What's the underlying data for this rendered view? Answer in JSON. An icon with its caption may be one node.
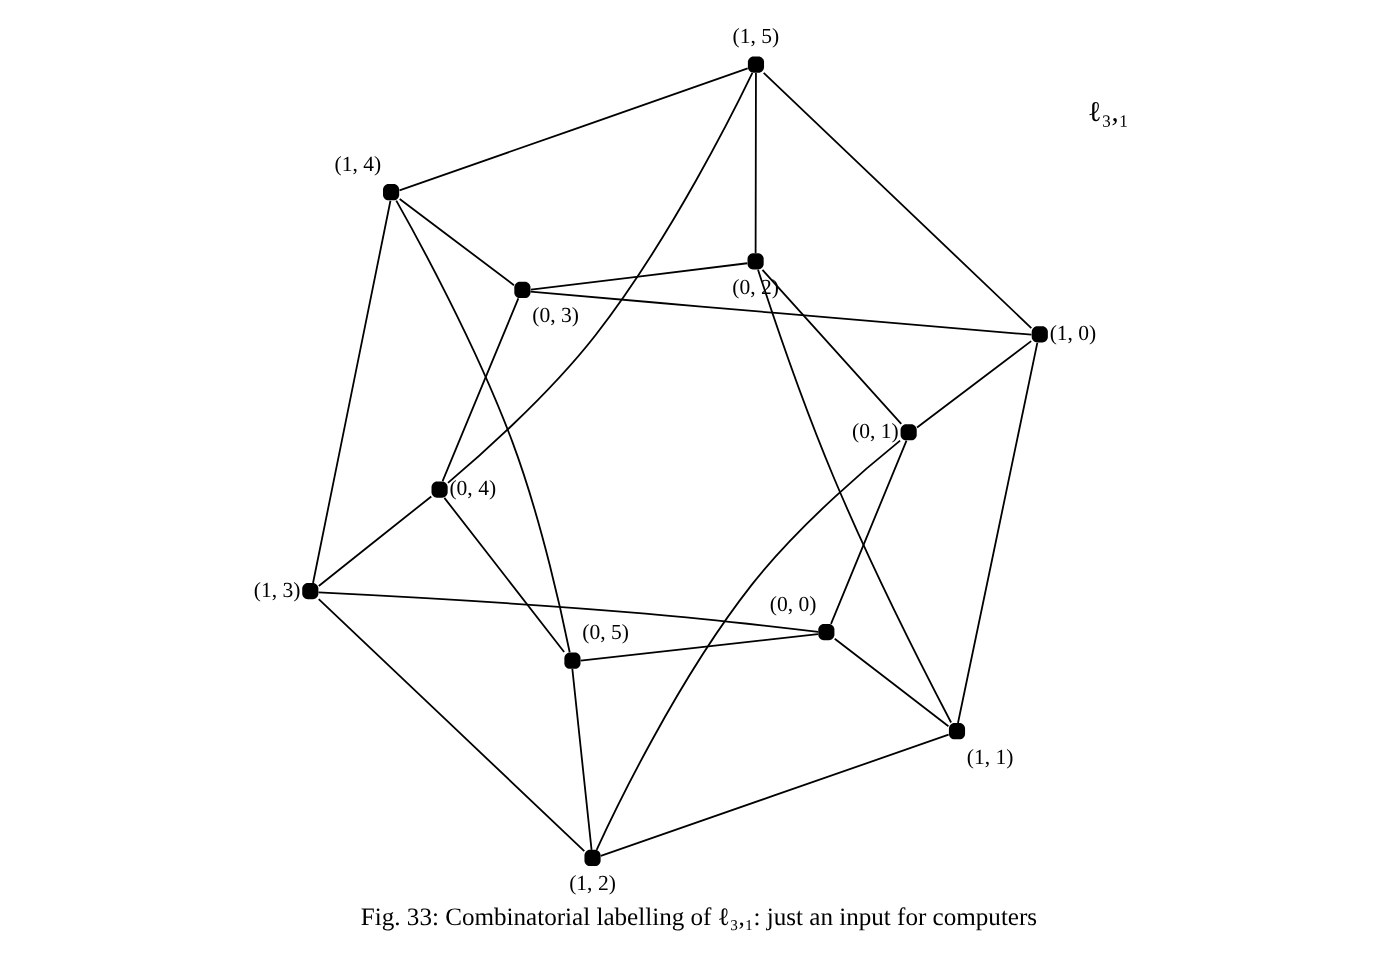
{
  "diagram": {
    "caption": "Fig. 33: Combinatorial labelling of ℓ₃,₁: just an input for computers",
    "nodes": [
      {
        "text": [],
        "shape": "circle",
        "beside": [
          "(1, 4)"
        ]
      },
      {
        "text": [],
        "shape": "circle",
        "beside": [
          "(1, 3)"
        ]
      },
      {
        "text": [],
        "shape": "circle",
        "beside": [
          "(0, 3)"
        ]
      },
      {
        "text": [],
        "shape": "circle",
        "beside": [
          "(0, 4)"
        ]
      },
      {
        "text": [],
        "shape": "circle",
        "beside": [
          "(1, 5)"
        ]
      },
      {
        "text": [],
        "shape": "circle",
        "beside": [
          "(0, 2)"
        ]
      },
      {
        "text": [],
        "shape": "circle",
        "beside": [
          "(0, 5)"
        ]
      },
      {
        "text": [],
        "shape": "circle",
        "beside": [
          "(1, 2)"
        ]
      },
      {
        "text": [],
        "shape": "circle",
        "beside": [
          "(0, 1)"
        ]
      },
      {
        "text": [],
        "shape": "circle",
        "beside": [
          "(0, 0)"
        ]
      },
      {
        "text": [],
        "shape": "circle",
        "beside": [
          "(1, 0)"
        ]
      },
      {
        "text": [],
        "shape": "circle",
        "beside": [
          "(1, 1)"
        ]
      }
    ],
    "edges": [
      {
        "from": 0,
        "to": 1,
        "arrow": "none"
      },
      {
        "from": 1,
        "to": 7,
        "arrow": "none"
      },
      {
        "from": 7,
        "to": 11,
        "arrow": "none"
      },
      {
        "from": 11,
        "to": 10,
        "arrow": "none"
      },
      {
        "from": 10,
        "to": 4,
        "arrow": "none"
      },
      {
        "from": 4,
        "to": 0,
        "arrow": "none"
      },
      {
        "from": 2,
        "to": 3,
        "arrow": "none"
      },
      {
        "from": 3,
        "to": 6,
        "arrow": "none"
      },
      {
        "from": 6,
        "to": 9,
        "arrow": "none"
      },
      {
        "from": 9,
        "to": 8,
        "arrow": "none"
      },
      {
        "from": 8,
        "to": 5,
        "arrow": "none"
      },
      {
        "from": 5,
        "to": 2,
        "arrow": "none"
      },
      {
        "from": 0,
        "to": 2,
        "arrow": "none"
      },
      {
        "from": 1,
        "to": 3,
        "arrow": "none"
      },
      {
        "from": 7,
        "to": 6,
        "arrow": "none"
      },
      {
        "from": 11,
        "to": 9,
        "arrow": "none"
      },
      {
        "from": 10,
        "to": 8,
        "arrow": "none"
      },
      {
        "from": 4,
        "to": 5,
        "arrow": "none"
      },
      {
        "from": 0,
        "to": 6,
        "arrow": "none"
      },
      {
        "from": 4,
        "to": 3,
        "arrow": "none"
      },
      {
        "from": 1,
        "to": 9,
        "arrow": "none"
      },
      {
        "from": 7,
        "to": 8,
        "arrow": "none"
      },
      {
        "from": 11,
        "to": 5,
        "arrow": "none"
      },
      {
        "from": 10,
        "to": 2,
        "arrow": "none"
      }
    ],
    "labels": [
      "ℓ₃,₁"
    ]
  }
}
